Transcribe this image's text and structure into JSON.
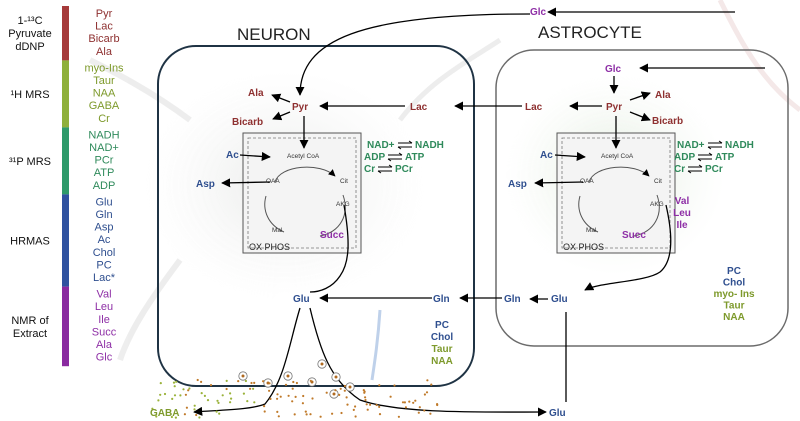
{
  "colors": {
    "red": "#8e3030",
    "olive": "#7e9a2c",
    "teal": "#2f8a5b",
    "blue": "#2f4f8f",
    "purple": "#8e2fa6",
    "bar_red": "#a63a3a",
    "bar_olive": "#8fb03a",
    "bar_teal": "#2e9a6a",
    "bar_blue": "#2f52a0",
    "bar_purple": "#8a2aa0"
  },
  "legend": [
    {
      "title": "1-13C Pyruvate dDNP",
      "title_lines": [
        "1-¹³C",
        "Pyruvate",
        "dDNP"
      ],
      "color": "red",
      "items": [
        "Pyr",
        "Lac",
        "Bicarb",
        "Ala"
      ]
    },
    {
      "title": "1H MRS",
      "title_lines": [
        "¹H MRS"
      ],
      "color": "olive",
      "items": [
        "myo-Ins",
        "Taur",
        "NAA",
        "GABA",
        "Cr"
      ]
    },
    {
      "title": "31P MRS",
      "title_lines": [
        "³¹P MRS"
      ],
      "color": "teal",
      "items": [
        "NADH",
        "NAD+",
        "PCr",
        "ATP",
        "ADP"
      ]
    },
    {
      "title": "HRMAS",
      "title_lines": [
        "HRMAS"
      ],
      "color": "blue",
      "items": [
        "Glu",
        "Gln",
        "Asp",
        "Ac",
        "Chol",
        "PC",
        "Lac*"
      ]
    },
    {
      "title": "NMR of Extract",
      "title_lines": [
        "NMR of",
        "Extract"
      ],
      "color": "purple",
      "items": [
        "Val",
        "Leu",
        "Ile",
        "Succ",
        "Ala",
        "Glc"
      ]
    }
  ],
  "cells": {
    "neuron": {
      "title": "NEURON"
    },
    "astrocyte": {
      "title": "ASTROCYTE"
    }
  },
  "metabolites": {
    "glc_top": "Glc",
    "glc_astro": "Glc",
    "n_pyr": "Pyr",
    "n_ala": "Ala",
    "n_bicarb": "Bicarb",
    "n_lac": "Lac",
    "n_ac": "Ac",
    "n_asp": "Asp",
    "n_succ": "Succ",
    "n_glu": "Glu",
    "n_gln": "Gln",
    "a_pyr": "Pyr",
    "a_ala": "Ala",
    "a_bicarb": "Bicarb",
    "a_lac": "Lac",
    "a_ac": "Ac",
    "a_asp": "Asp",
    "a_succ": "Succ",
    "a_glu": "Glu",
    "a_gln": "Gln",
    "gaba": "GABA",
    "glu_out": "Glu"
  },
  "cycle_labels": {
    "acetyl_coa": "Acetyl CoA",
    "oaa": "OAA",
    "cit": "Cit",
    "akg": "AKG",
    "mal": "Mal",
    "ox_phos": "OX PHOS"
  },
  "energy": {
    "nad": "NAD+",
    "nadh": "NADH",
    "adp": "ADP",
    "atp": "ATP",
    "cr": "Cr",
    "pcr": "PCr"
  },
  "neuron_extra": [
    "PC",
    "Chol",
    "Taur",
    "NAA"
  ],
  "astro_bcaa": [
    "Val",
    "Leu",
    "Ile"
  ],
  "astro_extra": [
    "PC",
    "Chol",
    "myo- Ins",
    "Taur",
    "NAA"
  ]
}
